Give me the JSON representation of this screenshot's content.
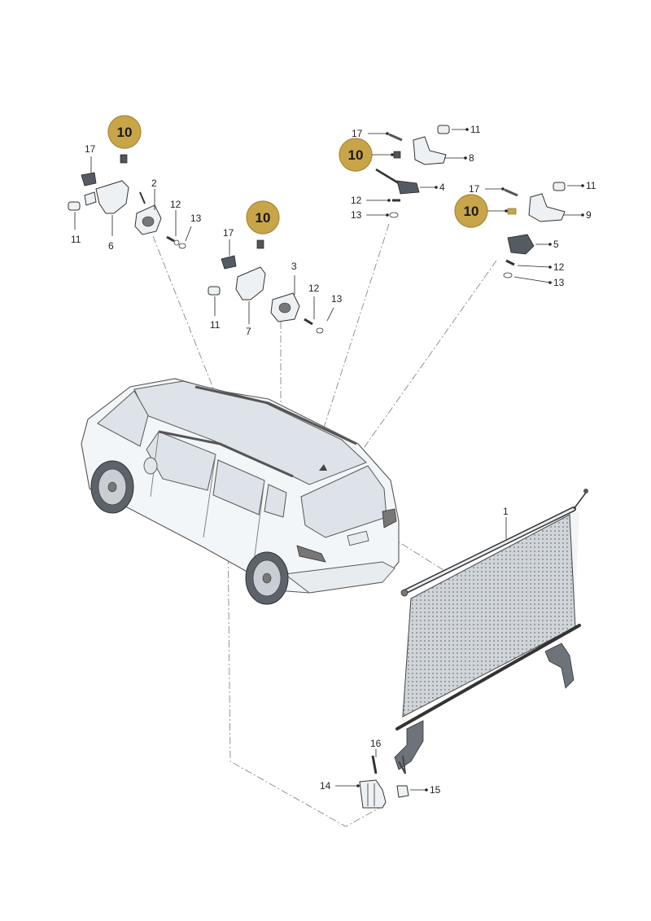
{
  "colors": {
    "badge_fill": "#c9a54a",
    "badge_stroke": "#a88734",
    "line": "#222222",
    "dash_line": "#888888"
  },
  "badges": [
    {
      "id": "b1",
      "text": "10"
    },
    {
      "id": "b2",
      "text": "10"
    },
    {
      "id": "b3",
      "text": "10"
    },
    {
      "id": "b4",
      "text": "10"
    }
  ],
  "labels": {
    "l1": "1",
    "l2": "2",
    "l3": "3",
    "l4": "4",
    "l5": "5",
    "l6": "6",
    "l7": "7",
    "l8": "8",
    "l9": "9",
    "l11a": "11",
    "l11b": "11",
    "l11c": "11",
    "l11d": "11",
    "l12a": "12",
    "l12b": "12",
    "l12c": "12",
    "l12d": "12",
    "l13a": "13",
    "l13b": "13",
    "l13c": "13",
    "l13d": "13",
    "l14": "14",
    "l15": "15",
    "l16": "16",
    "l17a": "17",
    "l17b": "17",
    "l17c": "17",
    "l17d": "17"
  }
}
